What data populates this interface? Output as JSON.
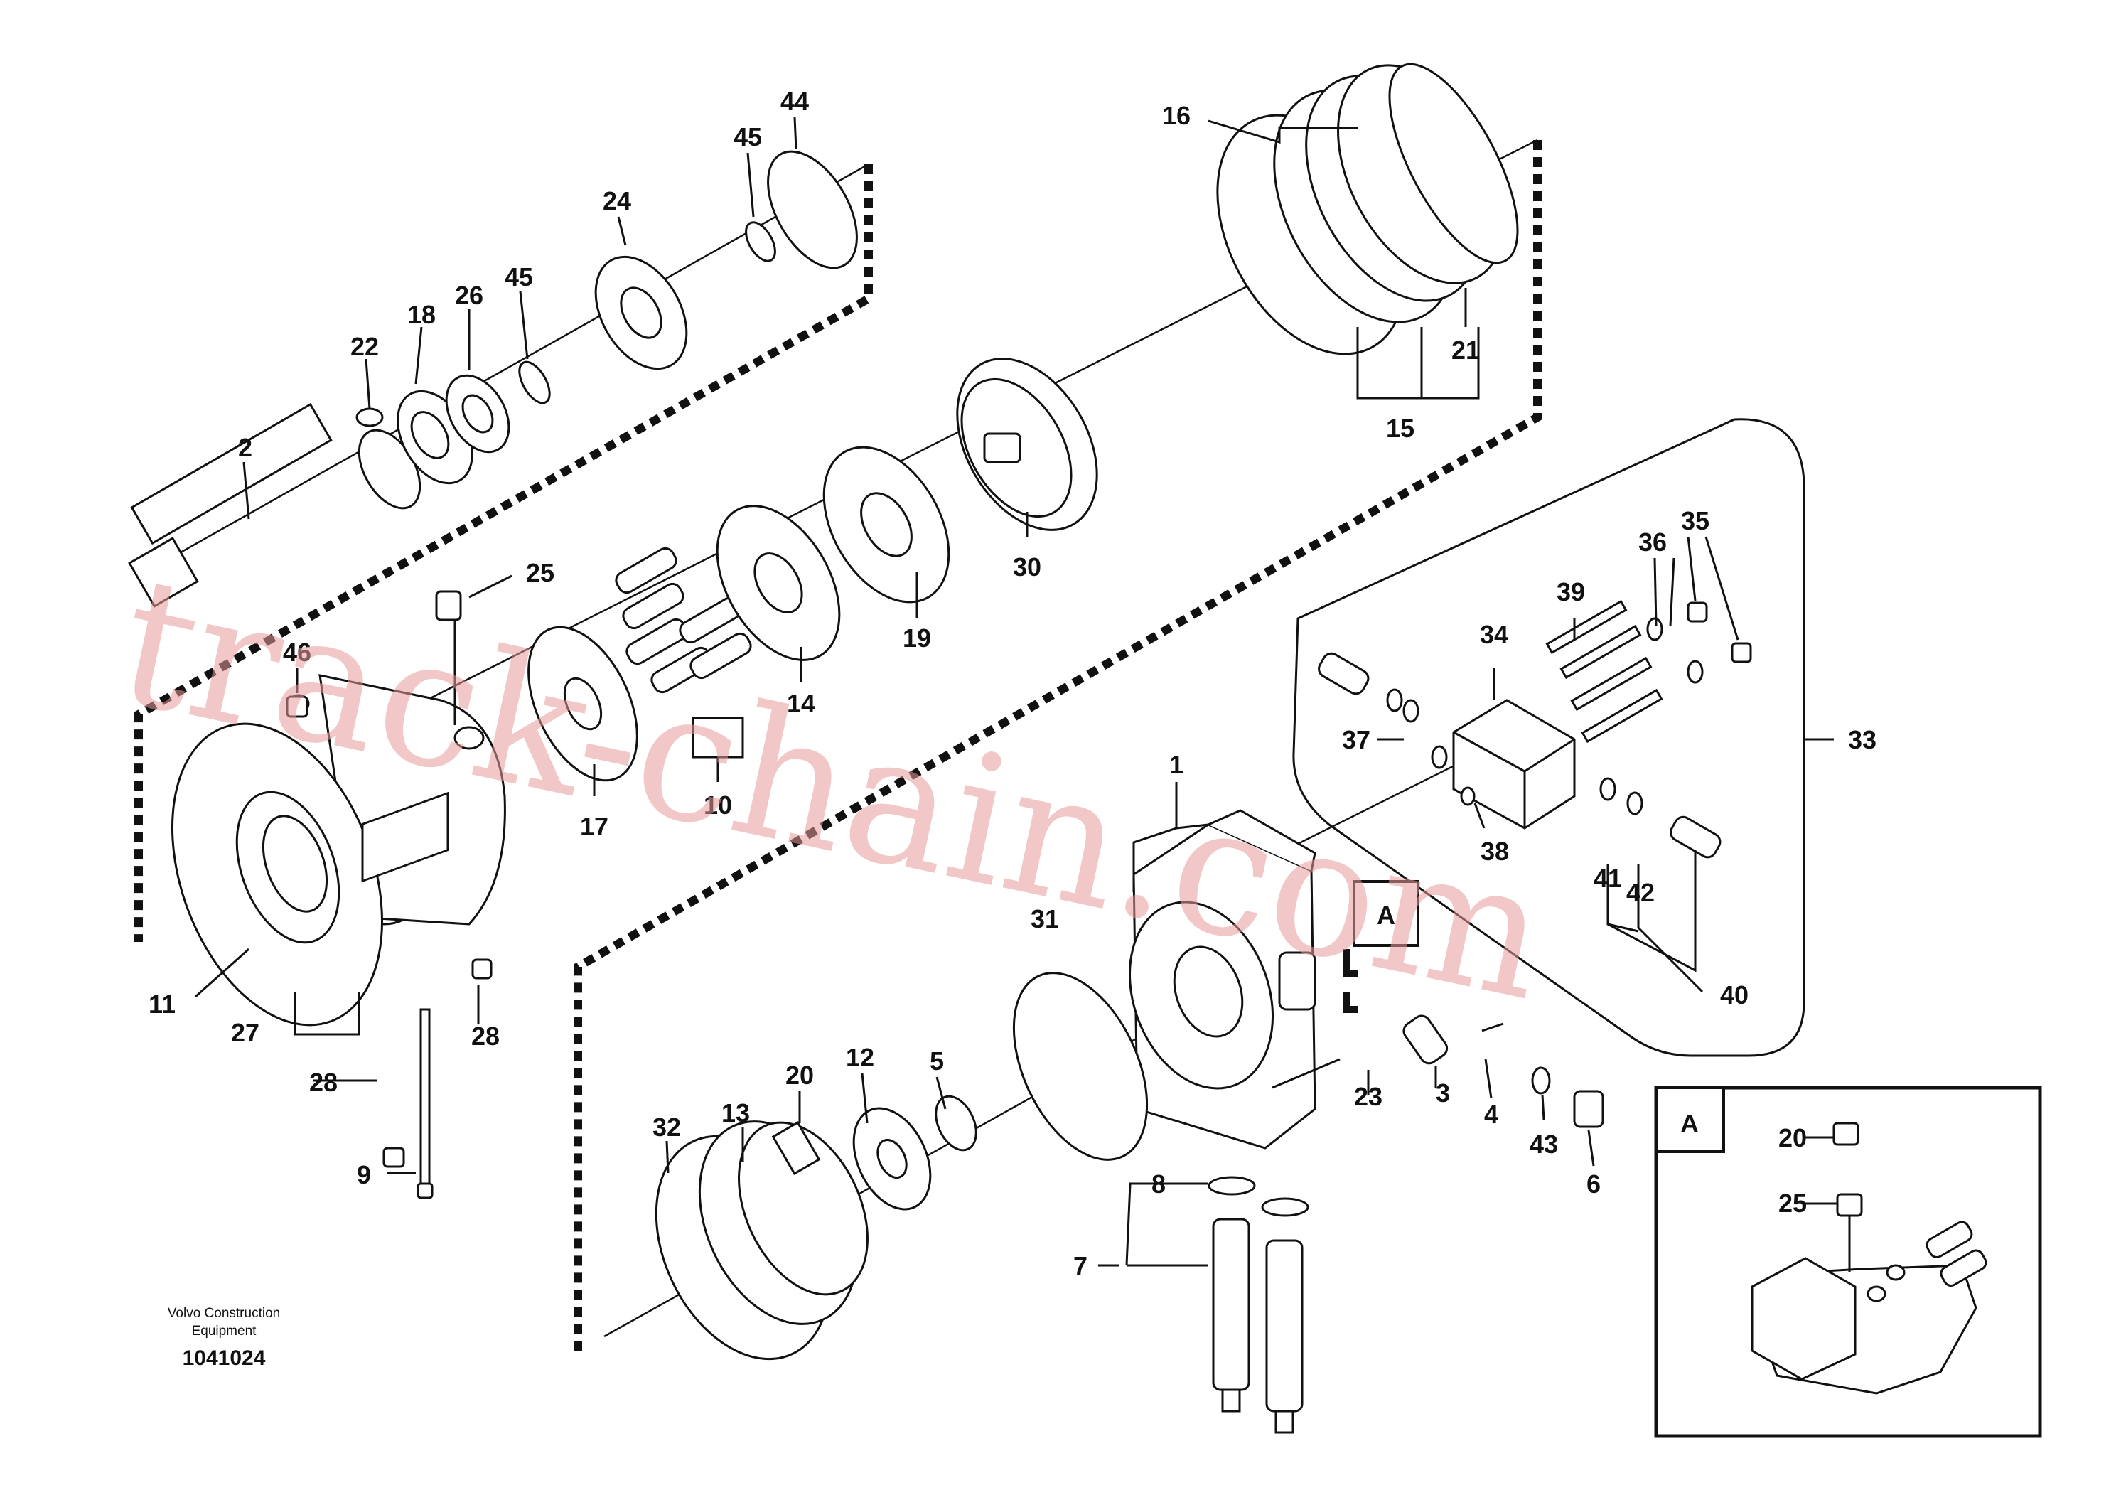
{
  "labels": {
    "p1": "1",
    "p2": "2",
    "p3": "3",
    "p4": "4",
    "p5": "5",
    "p6": "6",
    "p7": "7",
    "p8": "8",
    "p9": "9",
    "p10": "10",
    "p11": "11",
    "p12": "12",
    "p13": "13",
    "p14": "14",
    "p15": "15",
    "p16": "16",
    "p17": "17",
    "p18": "18",
    "p19": "19",
    "p20": "20",
    "p21": "21",
    "p22": "22",
    "p23": "23",
    "p24": "24",
    "p25": "25",
    "p26": "26",
    "p27": "27",
    "p28a": "28",
    "p28b": "28",
    "p30": "30",
    "p31": "31",
    "p32": "32",
    "p33": "33",
    "p34": "34",
    "p35": "35",
    "p36": "36",
    "p37": "37",
    "p38": "38",
    "p39": "39",
    "p40": "40",
    "p41": "41",
    "p42": "42",
    "p43": "43",
    "p44": "44",
    "p45a": "45",
    "p45b": "45",
    "p46": "46",
    "inset20": "20",
    "inset25": "25"
  },
  "detail": {
    "callout": "A",
    "inset_tag": "A"
  },
  "footer": {
    "brand_line1": "Volvo Construction",
    "brand_line2": "Equipment",
    "drawing_number": "1041024"
  },
  "watermark": "track-chain.com",
  "colors": {
    "ink": "#111111",
    "watermark": "#e89a9a",
    "background": "#ffffff"
  }
}
